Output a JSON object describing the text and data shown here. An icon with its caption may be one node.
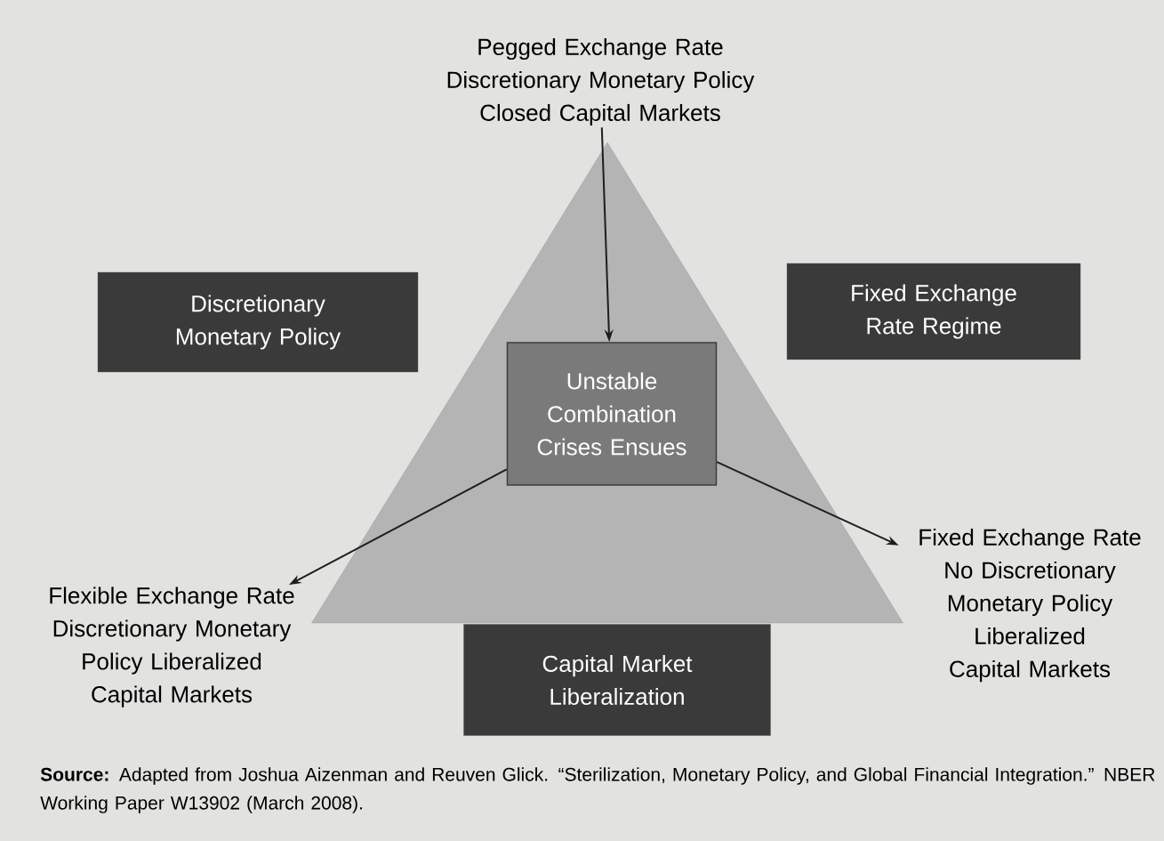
{
  "diagram": {
    "caption": "**Source:** Adapted from Joshua Aizenman and Reuven Glick. “Sterilization, Monetary Policy, and Global Financial Integration.” NBER Working Paper W13902 (March 2008).",
    "nodes": [
      {
        "text": [
          "Pegged Exchange Rate Discretionary Monetary Policy Closed Capital Markets"
        ]
      },
      {
        "text": [
          "Discretionary Monetary Policy"
        ]
      },
      {
        "text": [],
        "shape": "triangle"
      },
      {
        "text": [
          "Fixed Exchange Rate Regime"
        ]
      },
      {
        "text": [
          "Unstable Combination Crises Ensues"
        ],
        "in": 2
      },
      {
        "text": [
          "Flexible Exchange Rate Discretionary Monetary Policy Liberalized Capital Markets"
        ]
      },
      {
        "text": [
          "Fixed Exchange Rate No Discretionary Monetary Policy Liberalized Capital Markets"
        ]
      },
      {
        "text": [
          "Capital Market Liberalization"
        ]
      }
    ],
    "edges": [
      {
        "from": 0,
        "to": 4,
        "arrow": "to"
      },
      {
        "from": 4,
        "to": 5,
        "arrow": "to"
      },
      {
        "from": 4,
        "to": 6,
        "arrow": "to"
      }
    ]
  }
}
